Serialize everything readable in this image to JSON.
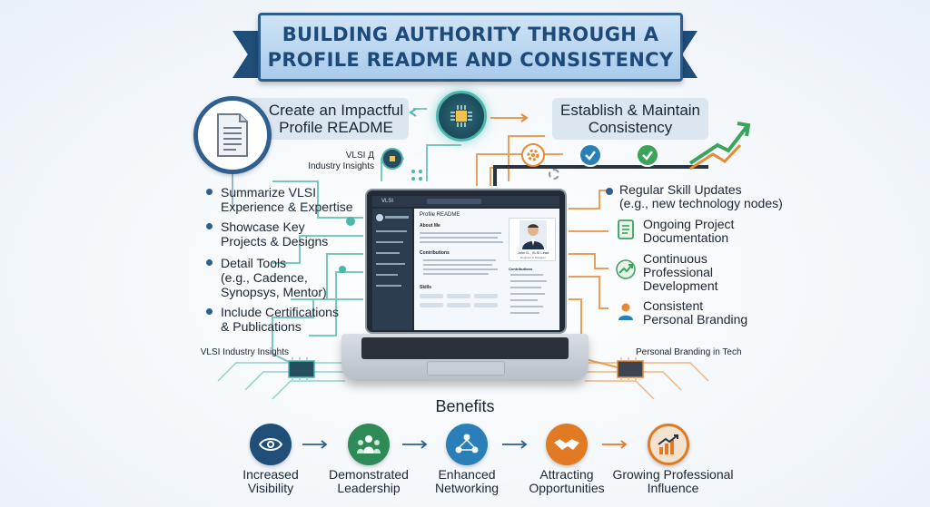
{
  "title": {
    "line1": "BUILDING AUTHORITY THROUGH A",
    "line2": "PROFILE README AND CONSISTENCY"
  },
  "left_section": {
    "header_line1": "Create an Impactful",
    "header_line2": "Profile README",
    "icon": "document-icon",
    "side_label_line1": "VLSI Д",
    "side_label_line2": "Industry Insights",
    "items": [
      [
        "Summarize VLSI",
        "Experience & Expertise"
      ],
      [
        "Showcase Key",
        "Projects & Designs"
      ],
      [
        "Detail Tools",
        "(e.g., Cadence,",
        "Synopsys, Mentor)"
      ],
      [
        "Include Certifications",
        "& Publications"
      ]
    ],
    "bottom_label": "VLSI Industry Insights"
  },
  "right_section": {
    "header_line1": "Establish & Maintain",
    "header_line2": "Consistency",
    "items": [
      {
        "lines": [
          "Regular Skill Updates",
          "(e.g., new technology nodes)"
        ],
        "icon": "dot-icon"
      },
      {
        "lines": [
          "Ongoing Project",
          "Documentation"
        ],
        "icon": "document-list-icon"
      },
      {
        "lines": [
          "Continuous",
          "Professional",
          "Development"
        ],
        "icon": "growth-arrow-icon"
      },
      {
        "lines": [
          "Consistent",
          "Personal Branding"
        ],
        "icon": "person-icon"
      }
    ],
    "bottom_label": "Personal Branding in Tech"
  },
  "laptop": {
    "topbar": "VLSI",
    "readme_title": "Profile README",
    "about": "About Me",
    "contributions": "Contributions",
    "skills": "Skills",
    "profile_name": "John D., VLSI Lead",
    "profile_sub": "Engineer & Designer",
    "contributions_right": "Contributions"
  },
  "benefits": {
    "heading": "Benefits",
    "items": [
      {
        "lines": [
          "Increased",
          "Visibility"
        ],
        "icon": "eye-icon",
        "color": "#1f4e79"
      },
      {
        "lines": [
          "Demonstrated",
          "Leadership"
        ],
        "icon": "team-leader-icon",
        "color": "#2e8b57"
      },
      {
        "lines": [
          "Enhanced",
          "Networking"
        ],
        "icon": "network-icon",
        "color": "#2a7fb8"
      },
      {
        "lines": [
          "Attracting",
          "Opportunities"
        ],
        "icon": "handshake-icon",
        "color": "#e07b24"
      },
      {
        "lines": [
          "Growing Professional",
          "Influence"
        ],
        "icon": "bar-chart-icon",
        "color": "#e07b24"
      }
    ]
  },
  "colors": {
    "navy": "#1f4e79",
    "teal": "#4db6ac",
    "orange": "#e8892f",
    "green": "#3aa35c"
  }
}
